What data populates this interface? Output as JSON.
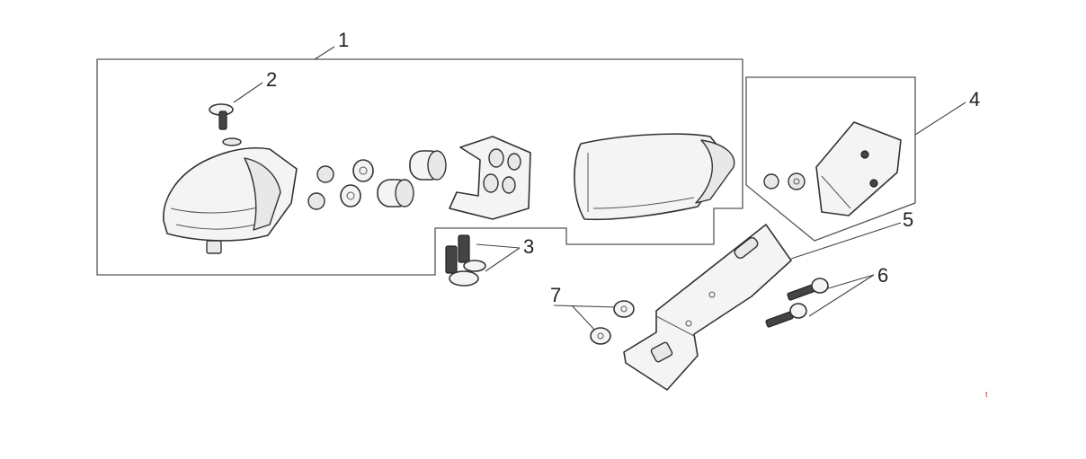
{
  "callouts": {
    "c1": "1",
    "c2": "2",
    "c3": "3",
    "c4": "4",
    "c5": "5",
    "c6": "6",
    "c7": "7"
  },
  "corner_mark": "t",
  "colors": {
    "line": "#333333",
    "background": "#ffffff",
    "mark": "#c0392b"
  }
}
